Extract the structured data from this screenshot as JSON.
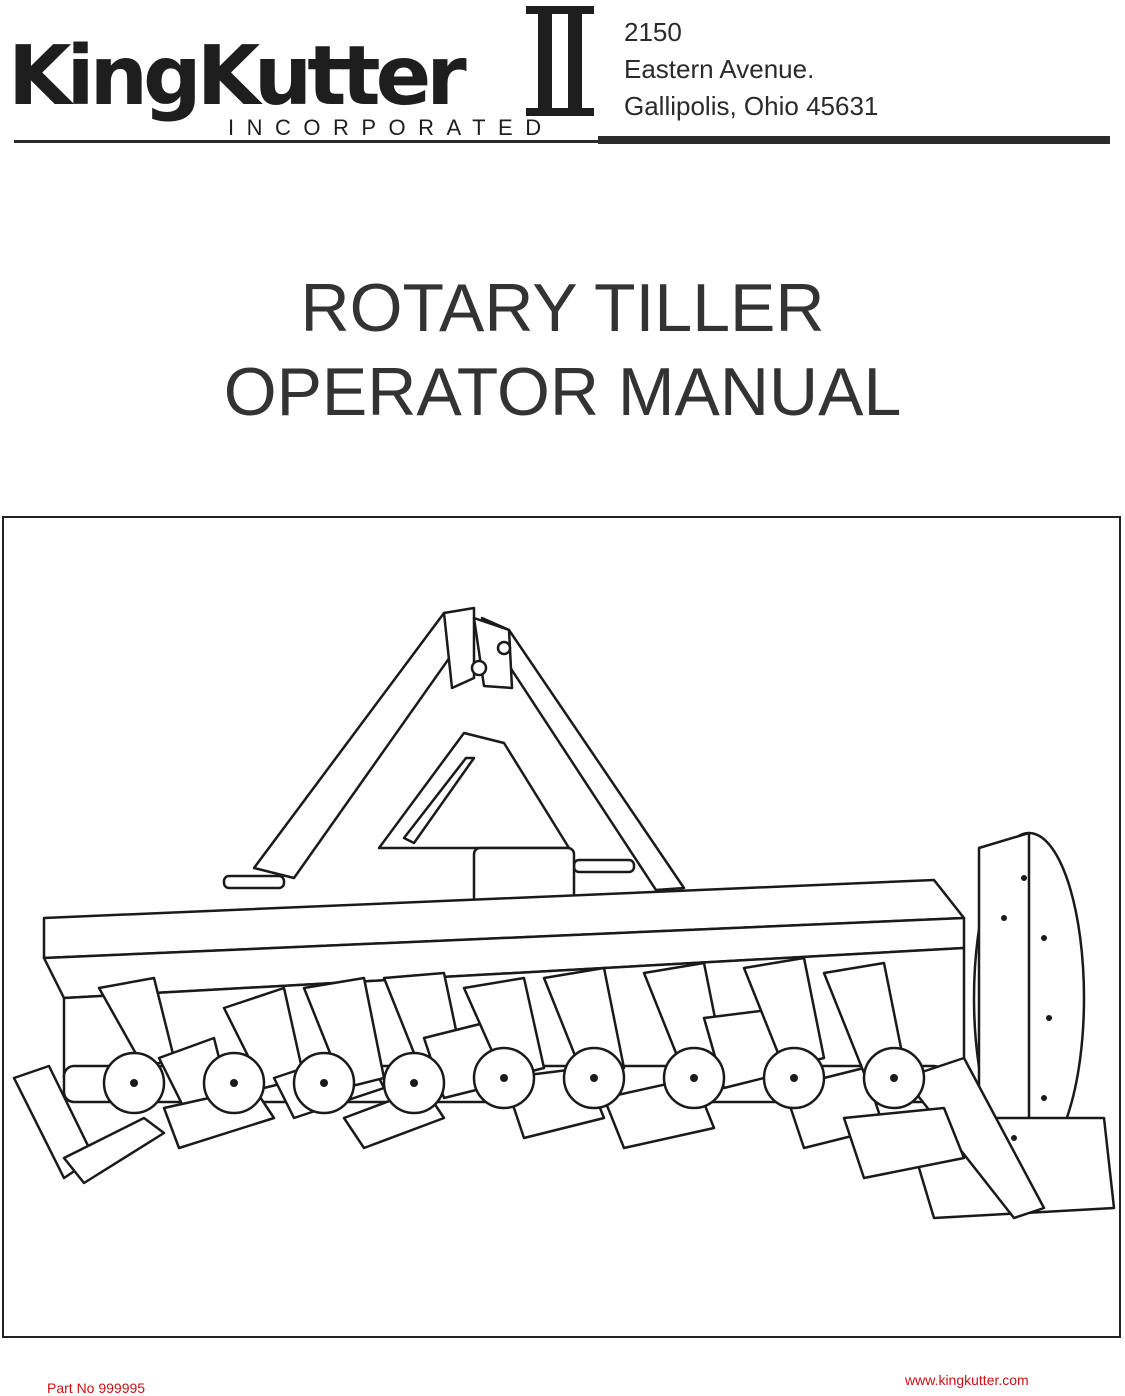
{
  "logo": {
    "name": "KingKutterII",
    "subtitle": "INCORPORATED"
  },
  "address": {
    "line1": "2150",
    "line2": "Eastern Avenue.",
    "line3": "Gallipolis, Ohio 45631"
  },
  "title": {
    "line1": "ROTARY TILLER",
    "line2": "OPERATOR MANUAL"
  },
  "illustration": {
    "subject": "rotary-tiller-drawing"
  },
  "footer": {
    "part_number": "Part No 999995",
    "website": "www.kingkutter.com"
  },
  "colors": {
    "text": "#2b2b2b",
    "accent_footer": "#d01010",
    "frame": "#222222"
  }
}
